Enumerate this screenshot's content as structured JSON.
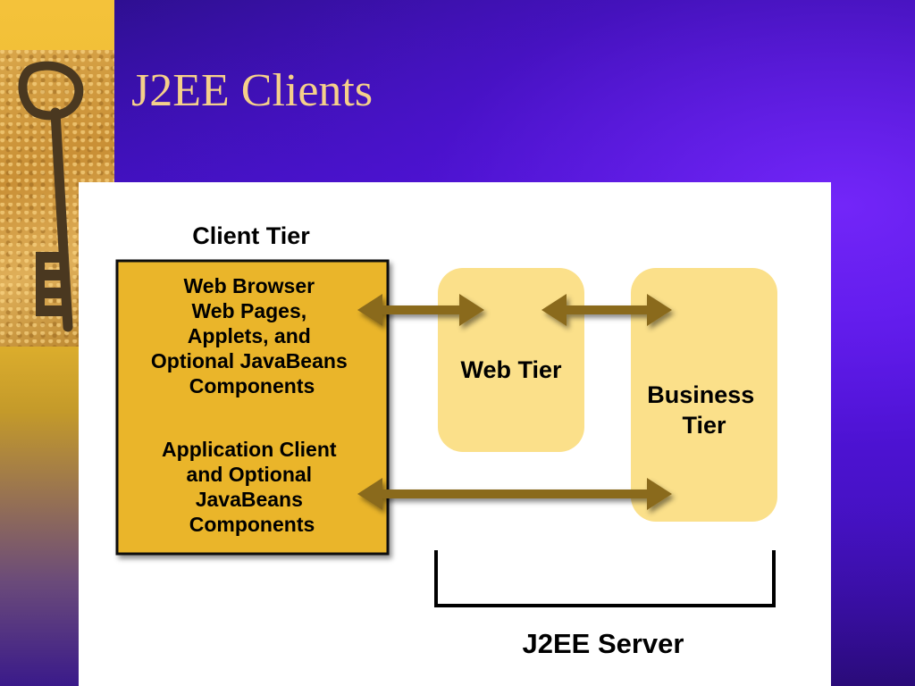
{
  "slide": {
    "title": "J2EE Clients"
  },
  "diagram": {
    "client_tier_label": "Client Tier",
    "client_box": {
      "web_lines": [
        "Web Browser",
        "Web Pages,",
        "Applets, and",
        "Optional JavaBeans",
        "Components"
      ],
      "app_lines": [
        "Application Client",
        "and Optional",
        "JavaBeans",
        "Components"
      ]
    },
    "web_tier_label": "Web Tier",
    "business_tier_lines": [
      "Business",
      "Tier"
    ],
    "server_label": "J2EE Server"
  },
  "colors": {
    "client_box_fill": "#eab52c",
    "tier_fill": "#fbe08a",
    "arrow_fill": "#8a6a1c",
    "title_color": "#f5d08a"
  }
}
